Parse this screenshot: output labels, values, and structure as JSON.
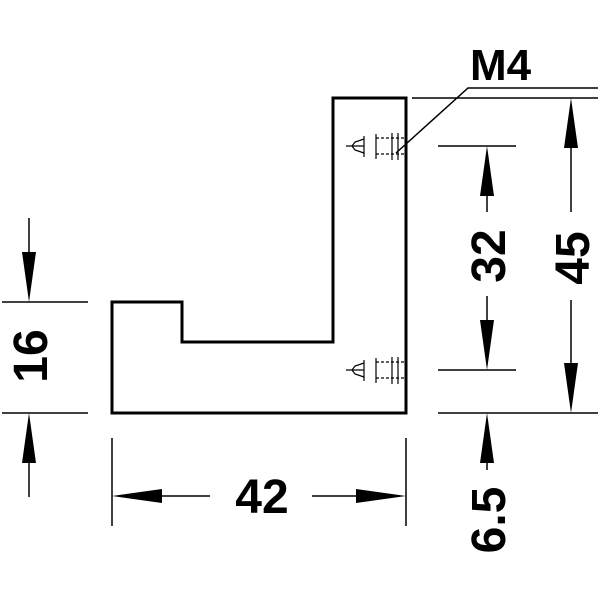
{
  "labels": {
    "thread": "M4",
    "height_total": "45",
    "hole_spacing": "32",
    "base_height": "16",
    "width": "42",
    "bottom_offset": "6.5"
  }
}
